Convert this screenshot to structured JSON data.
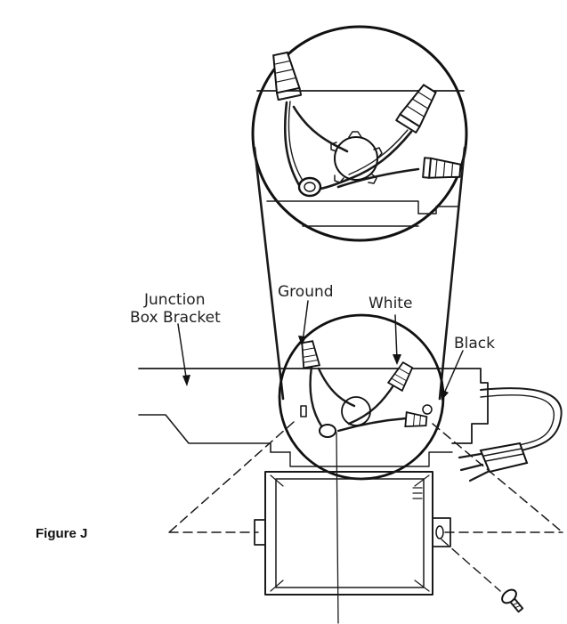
{
  "figure": {
    "label": "Figure J"
  },
  "labels": {
    "junction_box_bracket_line1": "Junction",
    "junction_box_bracket_line2": "Box Bracket",
    "ground": "Ground",
    "white": "White",
    "black": "Black"
  },
  "colors": {
    "line": "#1a1a1a",
    "background": "#ffffff"
  },
  "icons": [
    "wire-nut-icon",
    "screw-icon",
    "plug-icon",
    "ground-screw-icon",
    "arrow-icon"
  ]
}
